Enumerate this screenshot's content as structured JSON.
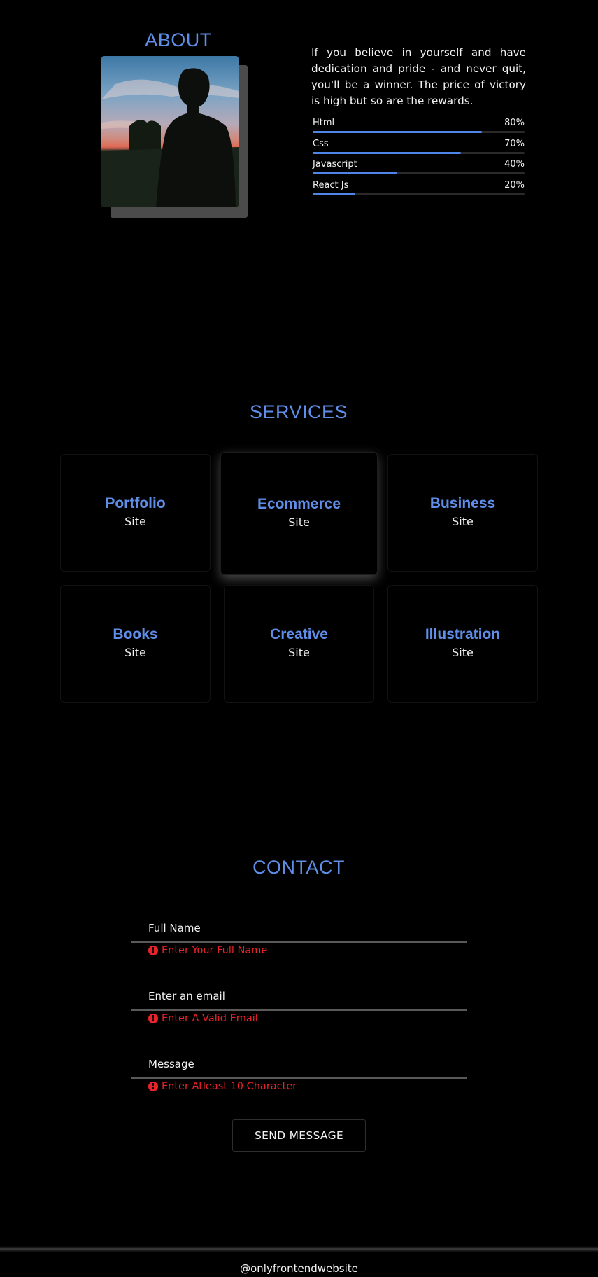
{
  "about": {
    "title": "ABOUT",
    "text": "If you believe in yourself and have dedication and pride - and never quit, you'll be a winner. The price of victory is high but so are the rewards.",
    "skills": [
      {
        "name": "Html",
        "percent_label": "80%",
        "percent": 80
      },
      {
        "name": "Css",
        "percent_label": "70%",
        "percent": 70
      },
      {
        "name": "Javascript",
        "percent_label": "40%",
        "percent": 40
      },
      {
        "name": "React Js",
        "percent_label": "20%",
        "percent": 20
      }
    ]
  },
  "services": {
    "title": "SERVICES",
    "cards": [
      {
        "title": "Portfolio",
        "subtitle": "Site"
      },
      {
        "title": "Ecommerce",
        "subtitle": "Site"
      },
      {
        "title": "Business",
        "subtitle": "Site"
      },
      {
        "title": "Books",
        "subtitle": "Site"
      },
      {
        "title": "Creative",
        "subtitle": "Site"
      },
      {
        "title": "Illustration",
        "subtitle": "Site"
      }
    ]
  },
  "contact": {
    "title": "CONTACT",
    "fields": [
      {
        "label": "Full Name",
        "error": "Enter Your Full Name"
      },
      {
        "label": "Enter an email",
        "error": "Enter A Valid Email"
      },
      {
        "label": "Message",
        "error": "Enter Atleast 10 Character"
      }
    ],
    "send_label": "SEND MESSAGE"
  },
  "footer": {
    "text": "@onlyfrontendwebsite"
  },
  "colors": {
    "accent": "#5f8ee8",
    "error": "#e8242a",
    "background": "#000000"
  }
}
